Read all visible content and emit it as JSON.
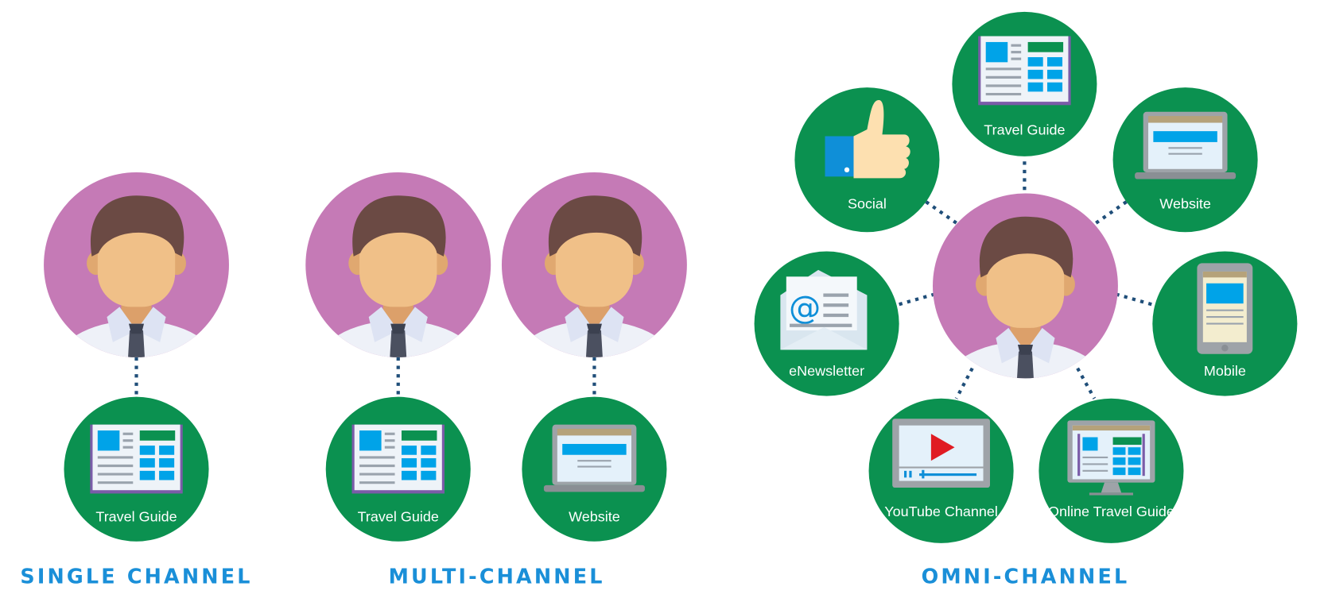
{
  "colors": {
    "person_bg": "#c57ab6",
    "channel_bg": "#0b9150",
    "heading": "#1a8fd8",
    "connector": "#1f4e79"
  },
  "single": {
    "heading": "SINGLE CHANNEL",
    "channels": [
      {
        "label": "Travel Guide",
        "icon": "travel-guide-icon"
      }
    ]
  },
  "multi": {
    "heading": "MULTI-CHANNEL",
    "channels": [
      {
        "label": "Travel Guide",
        "icon": "travel-guide-icon"
      },
      {
        "label": "Website",
        "icon": "laptop-icon"
      }
    ]
  },
  "omni": {
    "heading": "OMNI-CHANNEL",
    "channels": [
      {
        "label": "Travel Guide",
        "icon": "travel-guide-icon"
      },
      {
        "label": "Social",
        "icon": "thumbs-up-icon"
      },
      {
        "label": "Website",
        "icon": "laptop-icon"
      },
      {
        "label": "eNewsletter",
        "icon": "envelope-icon"
      },
      {
        "label": "Mobile",
        "icon": "mobile-icon"
      },
      {
        "label": "YouTube Channel",
        "icon": "video-player-icon"
      },
      {
        "label": "Online Travel Guide",
        "icon": "monitor-icon"
      }
    ]
  }
}
